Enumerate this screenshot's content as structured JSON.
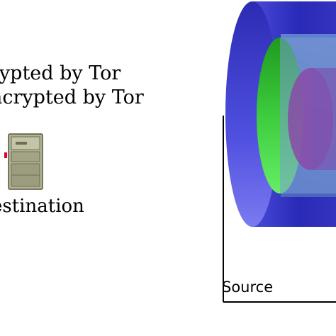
{
  "legend": {
    "encrypted_label": "rypted by Tor",
    "unencrypted_label": "ncrypted by Tor"
  },
  "nodes": {
    "destination": {
      "label": "estination",
      "icon": "server-icon"
    },
    "source": {
      "label": "Source"
    }
  },
  "colors": {
    "outer_layer": "#3333cc",
    "middle_layer": "#5a7fc8",
    "inner_layer": "#33bb33",
    "core_layer": "#8844aa",
    "connector": "#e0003a",
    "server_body": "#a8a88a"
  }
}
